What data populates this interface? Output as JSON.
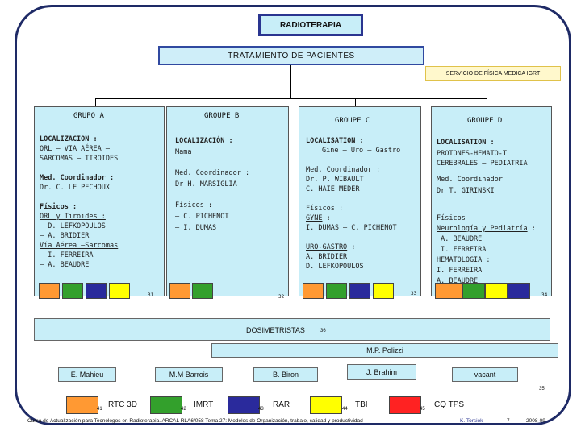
{
  "header": {
    "title": "RADIOTERAPIA"
  },
  "treatment": {
    "label": "TRATAMIENTO DE PACIENTES"
  },
  "physics_service": {
    "label": "SERVICIO DE FÍSICA MEDICA IGRT"
  },
  "colors": {
    "orange": "#ff9933",
    "green": "#33a02c",
    "navy": "#2a2a9c",
    "yellow": "#ffff00",
    "red": "#ff2222",
    "panel": "#c8eef8"
  },
  "group_a": {
    "title": "GRUPO  A",
    "loc_title": "LOCALIZACION :",
    "loc_lines": [
      "ORL – VIA AÉREA –",
      "SARCOMAS – TIROIDES"
    ],
    "coord_title": "Med. Coordinador :",
    "coord_name": "Dr. C. LE PECHOUX",
    "phys_title": "Físicos :",
    "phys_lines": [
      "ORL y Tiroides :",
      "– D. LEFKOPOULOS",
      "– A. BRIDIER",
      "Vía Aérea –Sarcomas",
      "– I. FERREIRA",
      "– A. BEAUDRE"
    ],
    "page": "31"
  },
  "group_b": {
    "title": "GROUPE  B",
    "loc_title": "LOCALIZACIÓN :",
    "loc_lines": [
      "Mama"
    ],
    "coord_title": "Med. Coordinador :",
    "coord_name": "Dr H. MARSIGLIA",
    "phys_title": "Físicos :",
    "phys_lines": [
      "– C. PICHENOT",
      "– I. DUMAS"
    ],
    "page": "32"
  },
  "group_c": {
    "title": "GROUPE  C",
    "loc_title": "LOCALISATION :",
    "loc_lines": [
      "Gine – Uro – Gastro"
    ],
    "coord_title": "Med. Coordinador :",
    "coord_lines": [
      "Dr. P. WIBAULT",
      "C. HAIE MEDER"
    ],
    "phys_title": "Físicos :",
    "gyne_label": "GYNE",
    "gyne_rest": " :",
    "gyne_names": "I. DUMAS – C. PICHENOT",
    "uro_label": "URO-GASTRO",
    "uro_rest": " :",
    "uro_names": [
      "A. BRIDIER",
      "D. LEFKOPOULOS"
    ],
    "page": "33"
  },
  "group_d": {
    "title": "GROUPE  D",
    "loc_title": "LOCALISATION :",
    "loc_lines": [
      "PROTONES-HEMATO-T",
      "CEREBRALES – PEDIATRIA"
    ],
    "coord_title": "Med. Coordinador",
    "coord_name": "Dr T. GIRINSKI",
    "phys_title": "Físicos",
    "neuro_label": "Neurología y Pediatría",
    "neuro_rest": " :",
    "neuro_names": [
      " A. BEAUDRE",
      " I. FERREIRA"
    ],
    "hemato_label": "HEMATOLOGIA",
    "hemato_rest": " :",
    "hemato_names": [
      "I. FERREIRA",
      "A. BEAUDRE"
    ],
    "page": "34"
  },
  "dosimetry": {
    "label": "DOSIMETRISTAS",
    "page": "36",
    "supervisor": "M.P. Polizzi"
  },
  "people": [
    "E. Mahieu",
    "M.M Barrois",
    "B. Biron",
    "J. Brahim",
    "vacant"
  ],
  "people_page": "35",
  "legend": [
    {
      "page": "41",
      "label": "RTC 3D"
    },
    {
      "page": "42",
      "label": "IMRT"
    },
    {
      "page": "43",
      "label": "RAR"
    },
    {
      "page": "44",
      "label": "TBI"
    },
    {
      "page": "45",
      "label": "CQ TPS"
    }
  ],
  "footer": {
    "course": "Curso de Actualización para Tecnólogos en Radioterapia.  ARCAL RLA6/058  Tema 27: Modelos de Organización, trabajo, calidad y productividad",
    "author": "K. Torsiok",
    "page": "7",
    "date": "2008-09"
  }
}
